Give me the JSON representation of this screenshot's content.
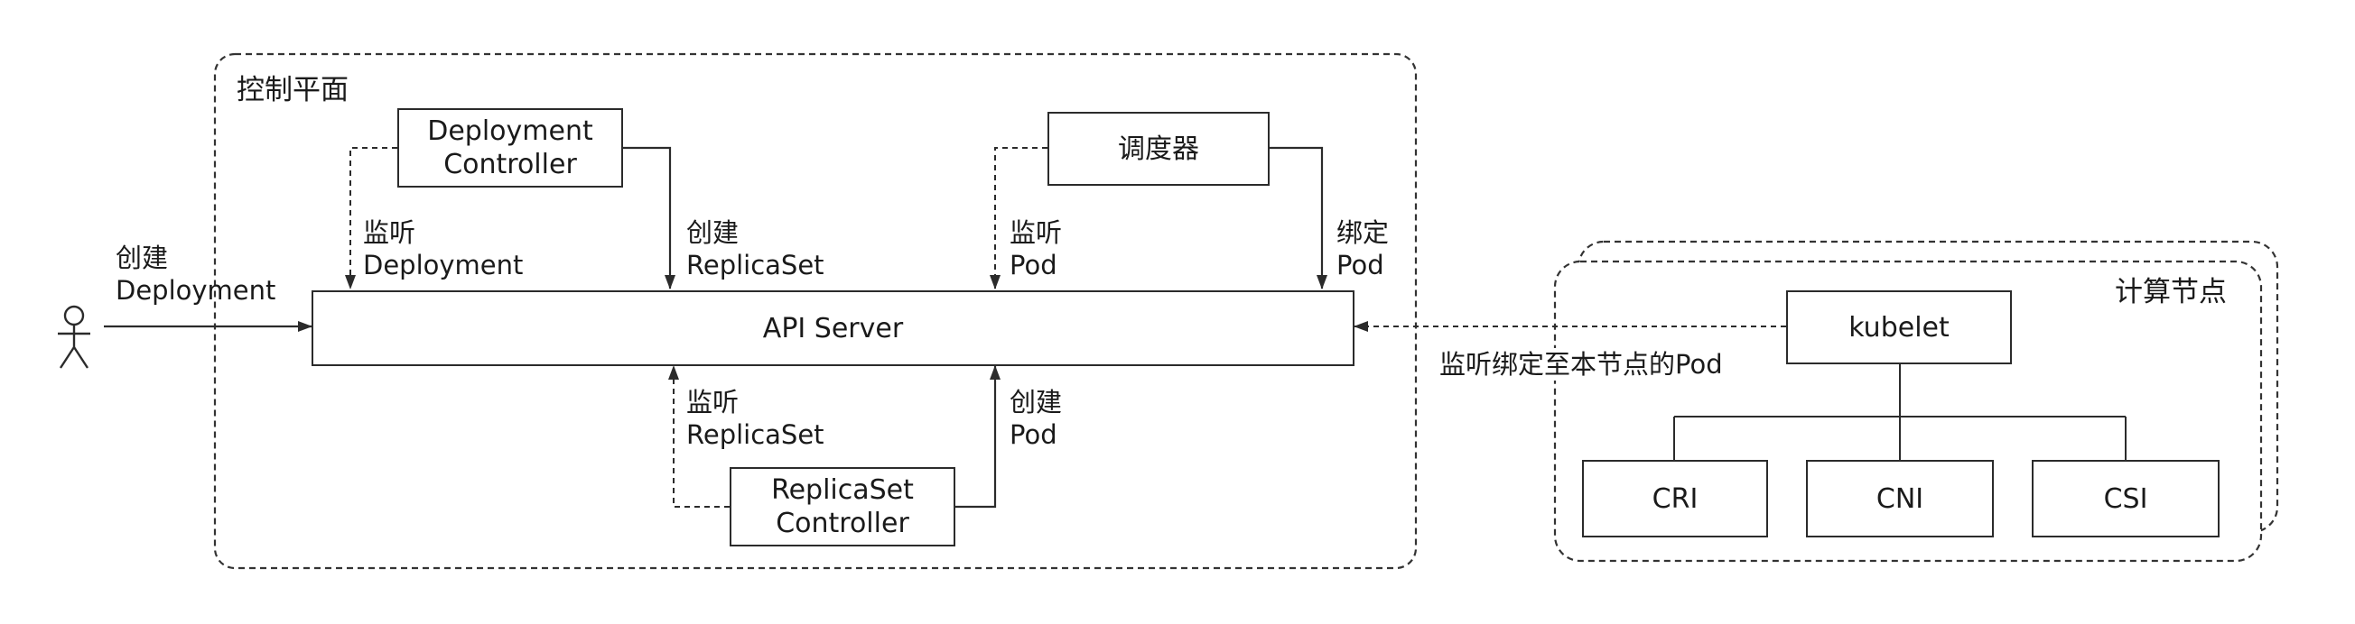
{
  "regions": {
    "control_plane": "控制平面",
    "compute_node": "计算节点"
  },
  "boxes": {
    "deployment_controller": [
      "Deployment",
      "Controller"
    ],
    "scheduler": "调度器",
    "api_server": "API Server",
    "replicaset_controller": [
      "ReplicaSet",
      "Controller"
    ],
    "kubelet": "kubelet",
    "cri": "CRI",
    "cni": "CNI",
    "csi": "CSI"
  },
  "edge_labels": {
    "user_create": [
      "创建",
      "Deployment"
    ],
    "dc_watch": [
      "监听",
      "Deployment"
    ],
    "dc_create": [
      "创建",
      "ReplicaSet"
    ],
    "sched_watch": [
      "监听",
      "Pod"
    ],
    "sched_bind": [
      "绑定",
      "Pod"
    ],
    "rsc_watch": [
      "监听",
      "ReplicaSet"
    ],
    "rsc_create": [
      "创建",
      "Pod"
    ],
    "kubelet_watch": "监听绑定至本节点的Pod"
  },
  "actor": "user-stick-figure"
}
